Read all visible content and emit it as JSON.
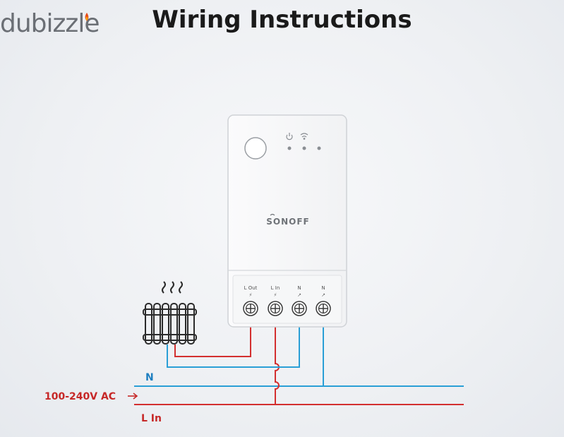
{
  "brand": {
    "logo_text": "dubizzle",
    "logo_colors": {
      "text": "#6b6f75",
      "flame_outer": "#e64a19",
      "flame_inner": "#ffb300"
    }
  },
  "header": {
    "title": "Wiring Instructions"
  },
  "device": {
    "brand_label": "SONOFF",
    "indicators": [
      "power-indicator",
      "wifi-indicator",
      "status-indicator"
    ],
    "terminals": [
      {
        "label": "L Out",
        "symbol": "⚡"
      },
      {
        "label": "L In",
        "symbol": "⚡"
      },
      {
        "label": "N",
        "symbol": "↗"
      },
      {
        "label": "N",
        "symbol": "↗"
      }
    ]
  },
  "wiring": {
    "neutral_label": "N",
    "supply_label": "100-240V AC",
    "live_label": "L In",
    "colors": {
      "live": "#d32f2f",
      "neutral": "#2a9fd6",
      "label_neutral": "#1e7fc0",
      "label_live": "#c62828"
    }
  },
  "load": {
    "icon": "radiator-icon"
  }
}
